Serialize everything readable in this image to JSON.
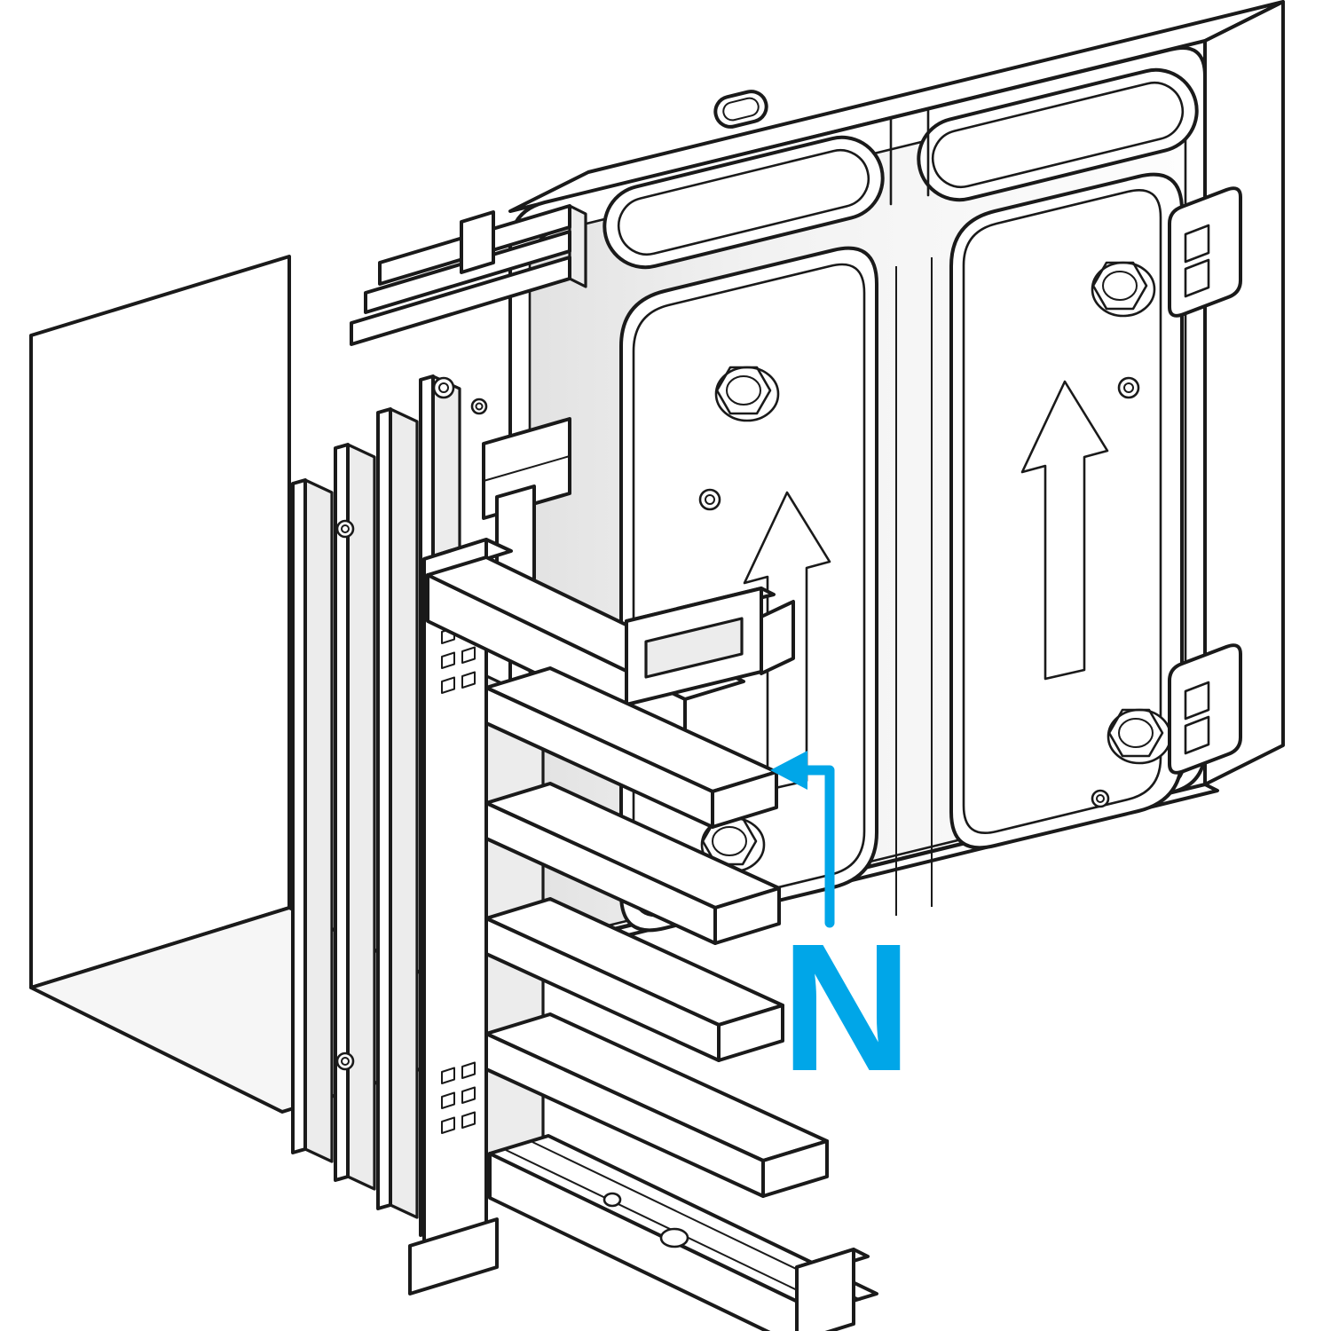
{
  "figure": {
    "kind": "isometric technical line drawing of a busbar trunking feed unit",
    "background": "#FFFFFF"
  },
  "labels": {
    "neutral": "N"
  },
  "icons": {
    "direction_arrow": "up-arrow",
    "neutral_pointer": "left-arrow-leader"
  },
  "colors": {
    "line": "#1A1A1A",
    "accent": "#00A6E8",
    "accent_top": "#3FBCEE",
    "accent_front": "#1094D2",
    "accent_end": "#28ABE4",
    "shade_light": "#ECECEC",
    "recess_dark": "#E2E2E2",
    "white": "#FFFFFF"
  }
}
